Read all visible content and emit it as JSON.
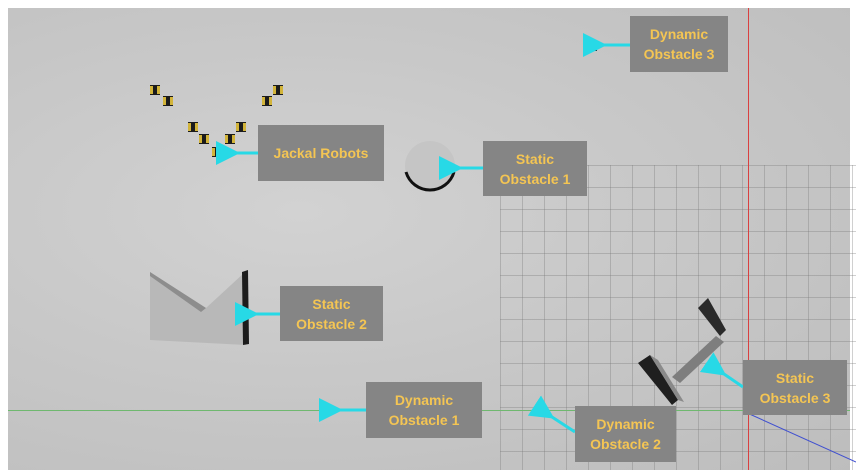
{
  "labels": {
    "dynamic_obstacle_3": "Dynamic\nObstacle 3",
    "jackal_robots": "Jackal Robots",
    "static_obstacle_1": "Static\nObstacle 1",
    "static_obstacle_2": "Static\nObstacle 2",
    "static_obstacle_3": "Static\nObstacle 3",
    "dynamic_obstacle_1": "Dynamic\nObstacle 1",
    "dynamic_obstacle_2": "Dynamic\nObstacle 2"
  },
  "colors": {
    "label_background": "#858585",
    "label_text": "#f4c553",
    "arrow": "#27d9e6",
    "x_axis": "#d94040",
    "y_axis": "#55b055",
    "z_axis": "#4050d0"
  }
}
